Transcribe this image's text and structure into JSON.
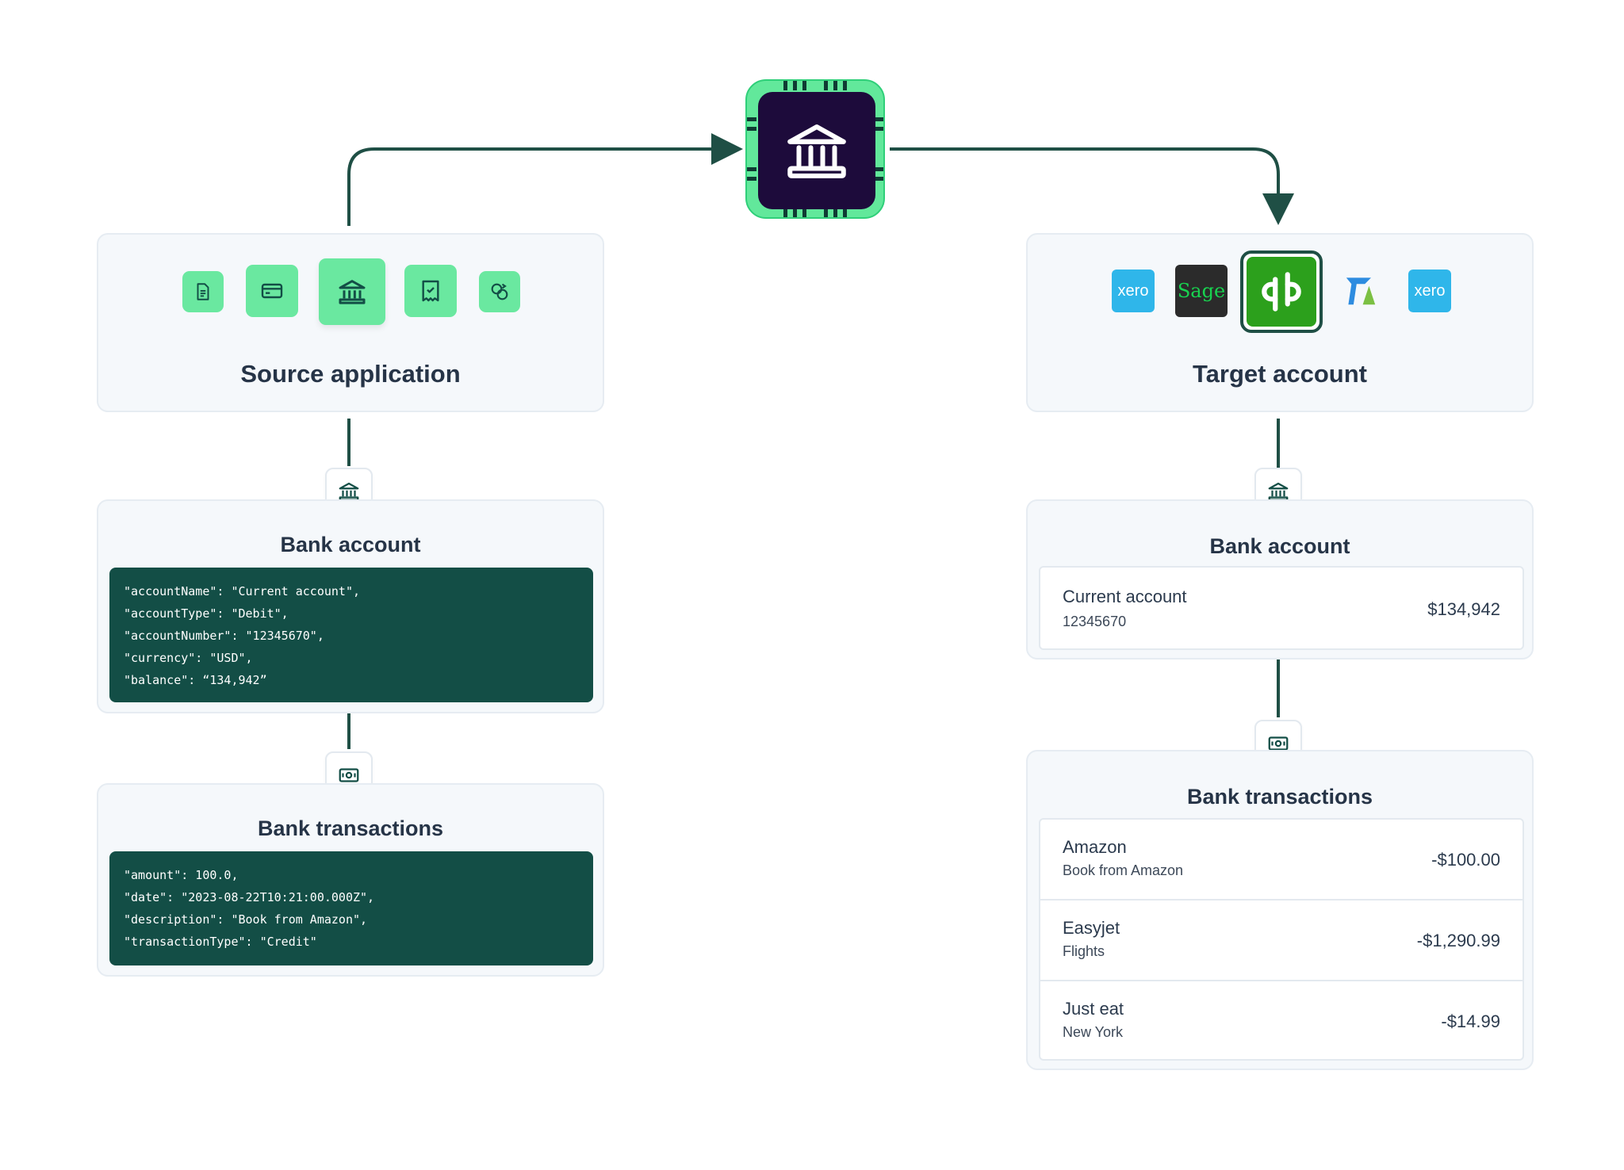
{
  "source": {
    "title": "Source application",
    "bank_account": {
      "title": "Bank account",
      "code": [
        "\"accountName\": \"Current account\",",
        "\"accountType\": \"Debit\",",
        "\"accountNumber\": \"12345670\",",
        "\"currency\": \"USD\",",
        "\"balance\": “134,942”"
      ]
    },
    "bank_transactions": {
      "title": "Bank transactions",
      "code": [
        "\"amount\": 100.0,",
        "\"date\": \"2023-08-22T10:21:00.000Z\",",
        "\"description\": \"Book from Amazon\",",
        "\"transactionType\": \"Credit\""
      ]
    }
  },
  "target": {
    "title": "Target account",
    "logos": {
      "xero": "xero",
      "sage": "Sage",
      "xero2": "xero"
    },
    "bank_account": {
      "title": "Bank account",
      "name": "Current account",
      "number": "12345670",
      "balance": "$134,942"
    },
    "bank_transactions": {
      "title": "Bank transactions",
      "rows": [
        {
          "name": "Amazon",
          "sub": "Book from Amazon",
          "amount": "-$100.00"
        },
        {
          "name": "Easyjet",
          "sub": "Flights",
          "amount": "-$1,290.99"
        },
        {
          "name": "Just eat",
          "sub": "New York",
          "amount": "-$14.99"
        }
      ]
    }
  },
  "colors": {
    "accent_green": "#6ae8a0",
    "dark_teal": "#134e46",
    "hub_dark": "#1d0b3b",
    "line": "#1f4f45"
  },
  "icons": [
    "document-icon",
    "credit-card-icon",
    "bank-icon",
    "receipt-icon",
    "exchange-icon"
  ]
}
